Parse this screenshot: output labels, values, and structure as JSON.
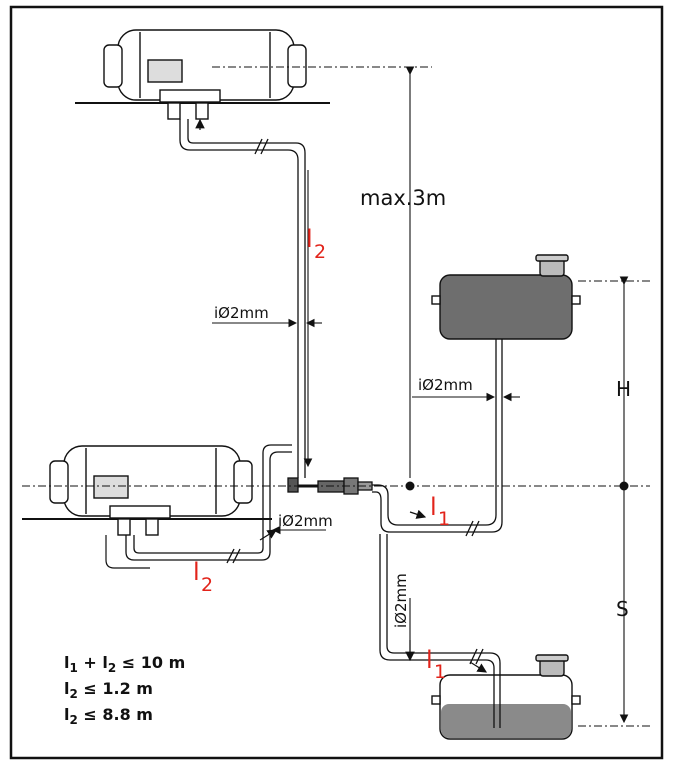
{
  "labels": {
    "max_height": "max.3m",
    "l2": "l",
    "l2_sub": "2",
    "l1": "l",
    "l1_sub": "1",
    "inner_diameter": "iØ2mm",
    "h": "H",
    "s": "S"
  },
  "legend": [
    {
      "a": "l",
      "a_sub": "1",
      "op": " + ",
      "b": "l",
      "b_sub": "2",
      "rel": " ≤ 10 m"
    },
    {
      "a": "l",
      "a_sub": "2",
      "rel": " ≤ 1.2 m"
    },
    {
      "a": "l",
      "a_sub": "2",
      "rel": " ≤ 8.8 m"
    }
  ],
  "colors": {
    "accent_red": "#e2231a",
    "line": "#111111",
    "tank_fill": "#6e6e6e"
  }
}
